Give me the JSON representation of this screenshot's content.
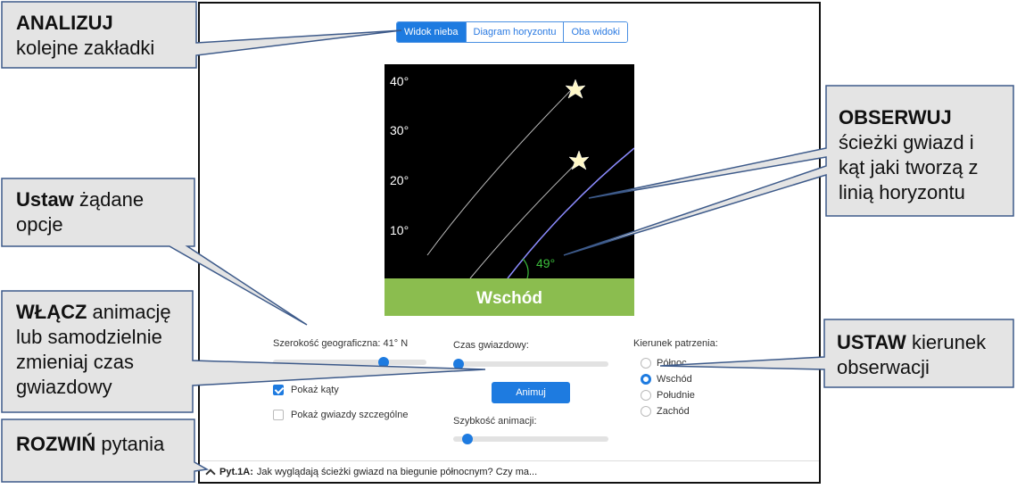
{
  "tabs": [
    {
      "label": "Widok nieba",
      "active": true
    },
    {
      "label": "Diagram horyzontu",
      "active": false
    },
    {
      "label": "Oba widoki",
      "active": false
    }
  ],
  "sky": {
    "altitude_labels": [
      "40°",
      "30°",
      "20°",
      "10°"
    ],
    "horizon_label": "Wschód",
    "angle_label": "49°",
    "horizon_color": "#8bbd4f",
    "sky_color": "#000000",
    "angle_color": "#3cbf3c"
  },
  "controls": {
    "latitude_label": "Szerokość geograficzna: 41° N",
    "latitude_value_fraction": 0.72,
    "sidereal_label": "Czas gwiazdowy:",
    "sidereal_value_fraction": 0.03,
    "show_angles_label": "Pokaż kąty",
    "show_angles_checked": true,
    "show_special_stars_label": "Pokaż gwiazdy szczególne",
    "show_special_stars_checked": false,
    "animate_button": "Animuj",
    "speed_label": "Szybkość animacji:",
    "speed_value_fraction": 0.1,
    "direction_label": "Kierunek patrzenia:",
    "directions": [
      {
        "label": "Północ",
        "selected": false
      },
      {
        "label": "Wschód",
        "selected": true
      },
      {
        "label": "Południe",
        "selected": false
      },
      {
        "label": "Zachód",
        "selected": false
      }
    ]
  },
  "question": {
    "id": "Pyt.1A:",
    "text": "Jak wyglądają ścieżki gwiazd na biegunie północnym? Czy ma..."
  },
  "callouts": {
    "analyze": {
      "bold": "ANALIZUJ",
      "text": "kolejne zakładki"
    },
    "observe": {
      "bold": "OBSERWUJ",
      "text": "ścieżki gwiazd i kąt jaki tworzą z linią horyzontu"
    },
    "set_options": {
      "bold": "Ustaw",
      "text": "żądane opcje"
    },
    "enable": {
      "bold": "WŁĄCZ",
      "text": "animację lub samodzielnie zmieniaj czas gwiazdowy"
    },
    "set_direction": {
      "bold": "USTAW",
      "text": "kierunek obserwacji"
    },
    "expand": {
      "bold": "ROZWIŃ",
      "text": "pytania"
    }
  },
  "colors": {
    "accent": "#1e7be0",
    "callout_fill": "#e4e4e4",
    "callout_stroke": "#3d5a8a"
  }
}
